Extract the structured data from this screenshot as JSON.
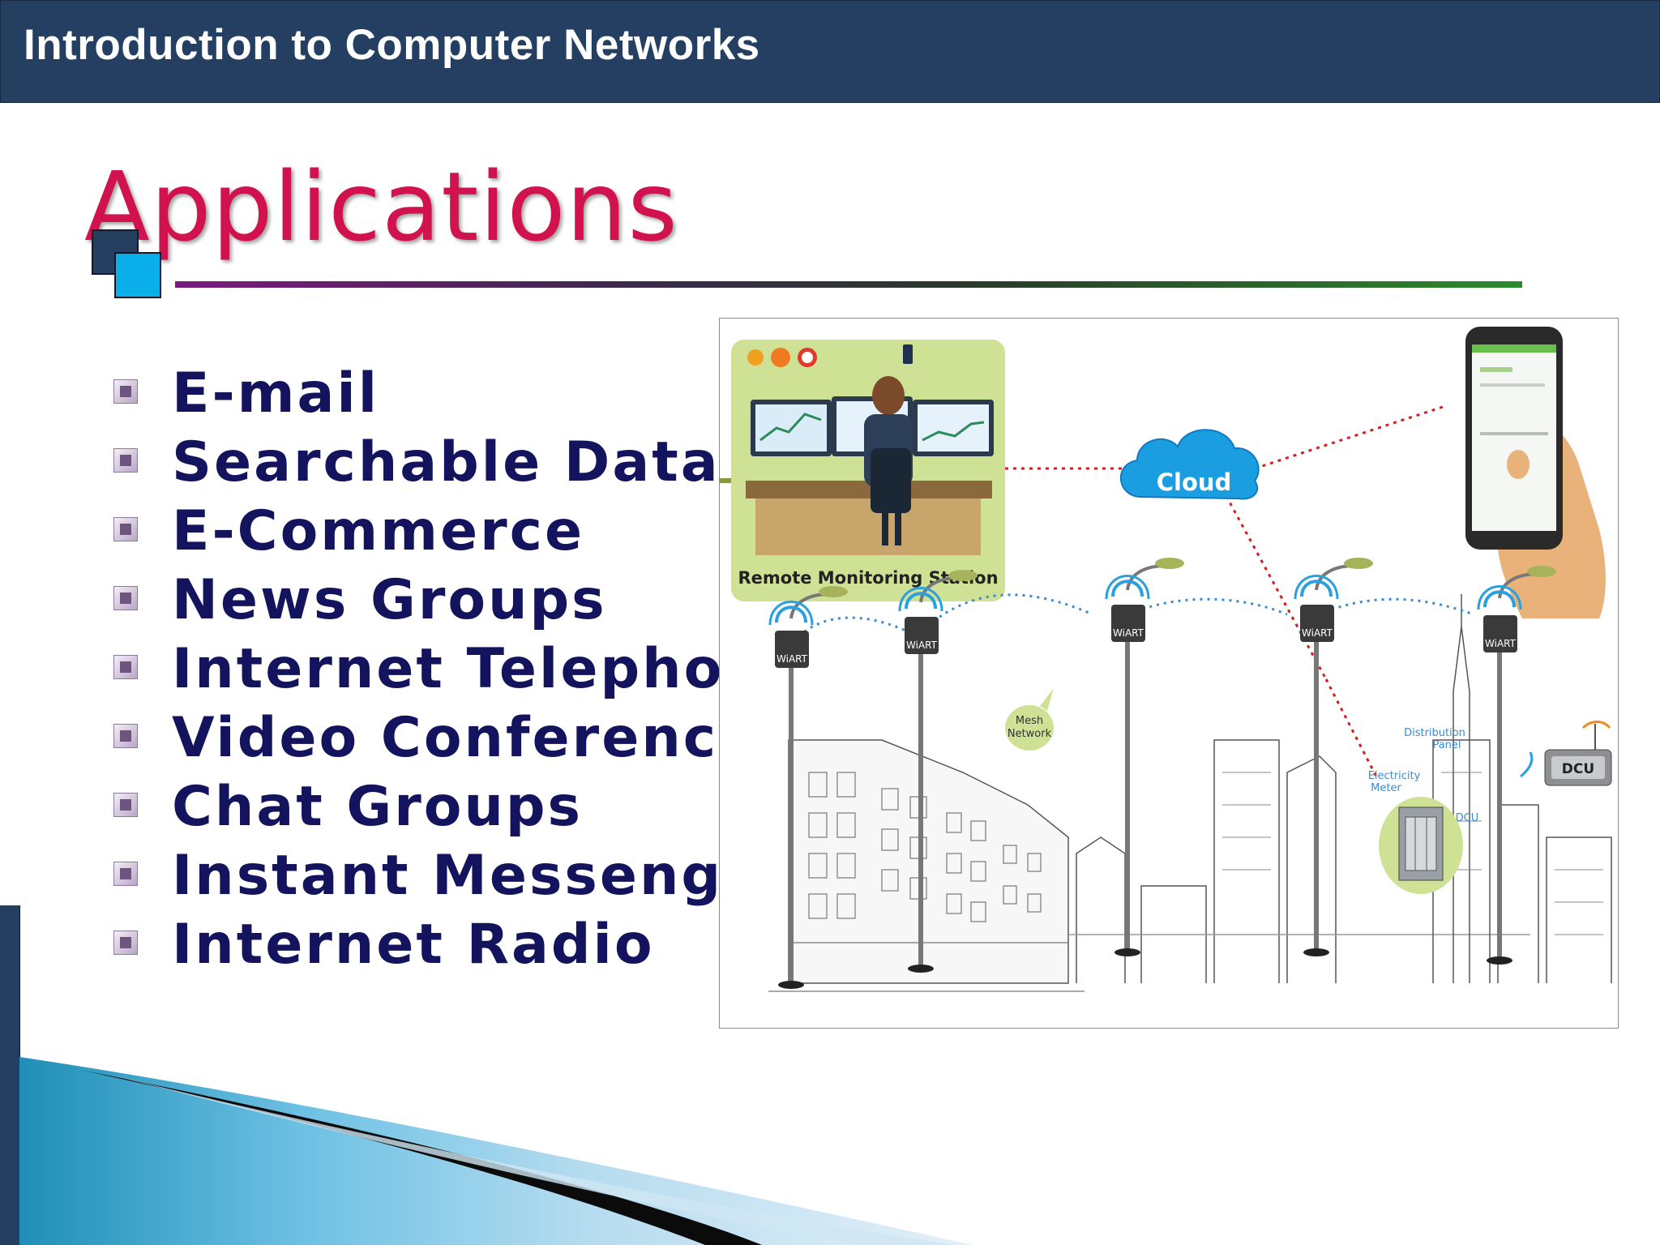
{
  "header": {
    "title": "Introduction to Computer Networks"
  },
  "slide": {
    "title": "Applications"
  },
  "bullets": [
    "E-mail",
    "Searchable Data",
    "E-Commerce",
    "News Groups",
    "Internet Telephony",
    "Video Conferencing",
    "Chat Groups",
    "Instant Messengers",
    "Internet Radio"
  ],
  "figure": {
    "station_label": "Remote Monitoring Station",
    "cloud_label": "Cloud",
    "node_label": "WiART",
    "mesh_label_1": "Mesh",
    "mesh_label_2": "Network",
    "distribution_1": "Distribution",
    "distribution_2": "Panel",
    "meter_1": "Electricity",
    "meter_2": "Meter",
    "dcu_small": "DCU",
    "dcu_box": "DCU"
  },
  "colors": {
    "header_bg": "#253f62",
    "title": "#d0124f",
    "bullet_text": "#14145e",
    "accent_blue": "#0aaee8"
  }
}
